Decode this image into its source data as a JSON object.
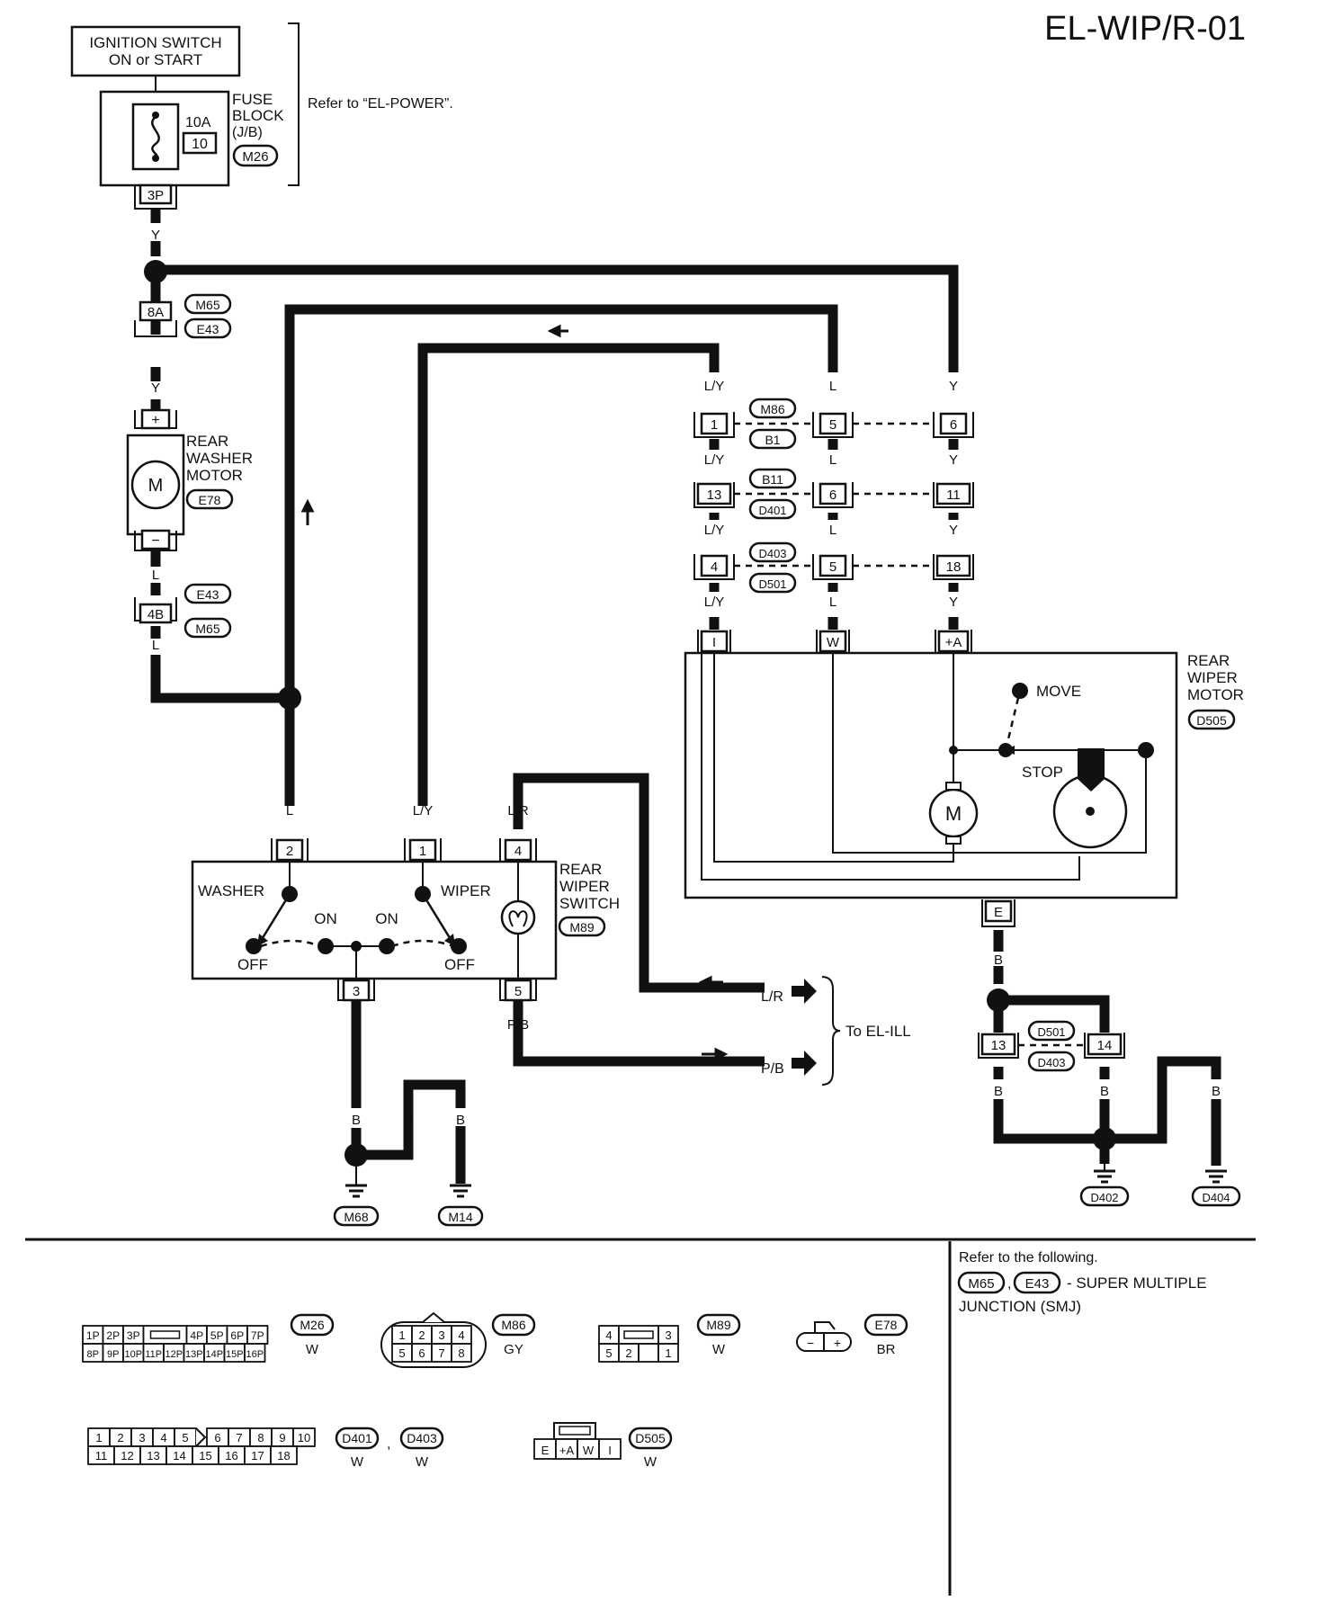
{
  "page_id": "EL-WIP/R-01",
  "power": {
    "ignition": [
      "IGNITION SWITCH",
      "ON or START"
    ],
    "fuse_amp": "10A",
    "fuse_no": "10",
    "fuse_block": [
      "FUSE",
      "BLOCK",
      "(J/B)"
    ],
    "fuse_conn": "M26",
    "refer": "Refer to “EL-POWER”.",
    "fuse_pin": "3P"
  },
  "wires": {
    "y": "Y",
    "l": "L",
    "ly": "L/Y",
    "lr": "L/R",
    "pb": "P/B",
    "b": "B"
  },
  "washer": {
    "title": [
      "REAR",
      "WASHER",
      "MOTOR"
    ],
    "conn": "E78",
    "plus": "+",
    "minus": "−",
    "m": "M",
    "pin_top": "8A",
    "pin_bot": "4B",
    "smj_a": "M65",
    "smj_b": "E43"
  },
  "harness": {
    "rows": [
      {
        "c1": "M86",
        "c2": "B1",
        "p": [
          "1",
          "5",
          "6"
        ]
      },
      {
        "c1": "B11",
        "c2": "D401",
        "p": [
          "13",
          "6",
          "11"
        ]
      },
      {
        "c1": "D403",
        "c2": "D501",
        "p": [
          "4",
          "5",
          "18"
        ]
      }
    ],
    "motor_pins": [
      "I",
      "W",
      "+A"
    ]
  },
  "wiper_motor": {
    "title": [
      "REAR",
      "WIPER",
      "MOTOR"
    ],
    "conn": "D505",
    "move": "MOVE",
    "stop": "STOP",
    "m": "M",
    "ground_pin": "E"
  },
  "switch": {
    "title": [
      "REAR",
      "WIPER",
      "SWITCH"
    ],
    "conn": "M89",
    "washer": "WASHER",
    "wiper": "WIPER",
    "on": "ON",
    "off": "OFF",
    "pins": {
      "p2": "2",
      "p1": "1",
      "p4": "4",
      "p3": "3",
      "p5": "5"
    }
  },
  "to_ill": "To EL-ILL",
  "grounds": {
    "m68": "M68",
    "m14": "M14",
    "d402": "D402",
    "d404": "D404",
    "pin13": "13",
    "pin14": "14",
    "c1": "D501",
    "c2": "D403"
  },
  "refer_note": [
    "Refer to the following.",
    "- SUPER MULTIPLE",
    "JUNCTION (SMJ)"
  ],
  "connectors": {
    "m26": {
      "id": "M26",
      "color": "W",
      "row1": [
        "1P",
        "2P",
        "3P",
        "",
        "4P",
        "5P",
        "6P",
        "7P"
      ],
      "row2": [
        "8P",
        "9P",
        "10P",
        "11P",
        "12P",
        "13P",
        "14P",
        "15P",
        "16P"
      ]
    },
    "m86": {
      "id": "M86",
      "color": "GY",
      "row1": [
        "1",
        "2",
        "3",
        "4"
      ],
      "row2": [
        "5",
        "6",
        "7",
        "8"
      ]
    },
    "m89": {
      "id": "M89",
      "color": "W",
      "row1": [
        "4",
        "",
        "3"
      ],
      "row2": [
        "5",
        "2",
        "",
        "1"
      ]
    },
    "e78": {
      "id": "E78",
      "color": "BR",
      "pins": [
        "−",
        "+"
      ]
    },
    "d401": {
      "id": "D401",
      "id2": "D403",
      "color": "W",
      "row1": [
        "1",
        "2",
        "3",
        "4",
        "5",
        "6",
        "7",
        "8",
        "9",
        "10"
      ],
      "row2": [
        "11",
        "12",
        "13",
        "14",
        "15",
        "16",
        "17",
        "18"
      ]
    },
    "d505": {
      "id": "D505",
      "color": "W",
      "pins": [
        "E",
        "+A",
        "W",
        "I"
      ]
    }
  }
}
